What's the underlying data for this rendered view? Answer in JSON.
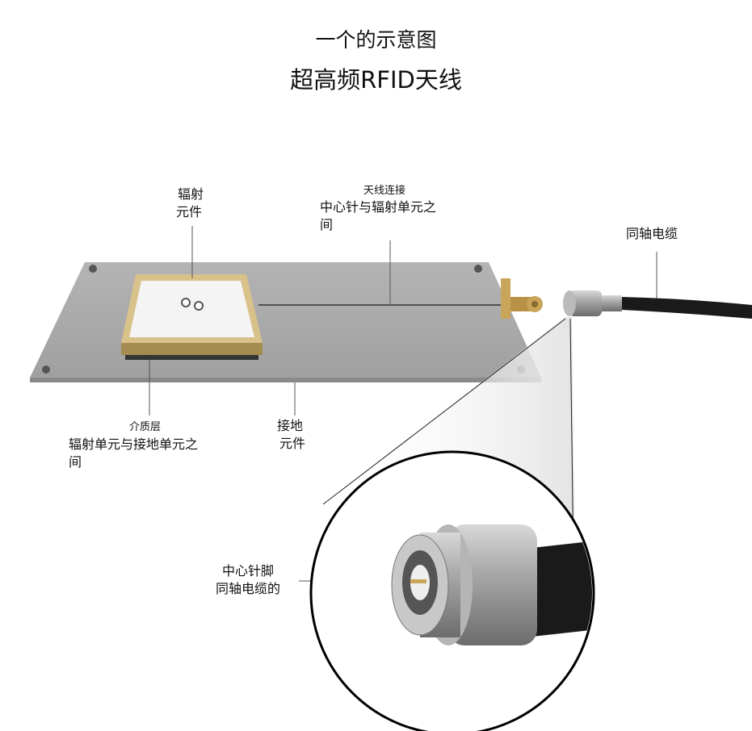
{
  "title": {
    "line1": "一个的示意图",
    "line2": "超高频RFID天线"
  },
  "labels": {
    "radiating_element": {
      "line1": "辐射",
      "line2": "元件"
    },
    "antenna_connection": {
      "heading": "天线连接",
      "line1": "中心针与辐射单元之",
      "line2": "间"
    },
    "coax_cable": "同轴电缆",
    "dielectric": {
      "heading": "介质层",
      "line1": "辐射单元与接地单元之",
      "line2": "间"
    },
    "ground_element": {
      "line1": "接地",
      "line2": "元件"
    },
    "center_pin": {
      "line1": "中心针脚",
      "line2": "同轴电缆的"
    }
  },
  "colors": {
    "plate": "#a9a9a9",
    "patch_border": "#d9c18a",
    "patch_face": "#f4f4f4",
    "cable": "#1a1a1a",
    "connector": "#9a9a9a"
  }
}
